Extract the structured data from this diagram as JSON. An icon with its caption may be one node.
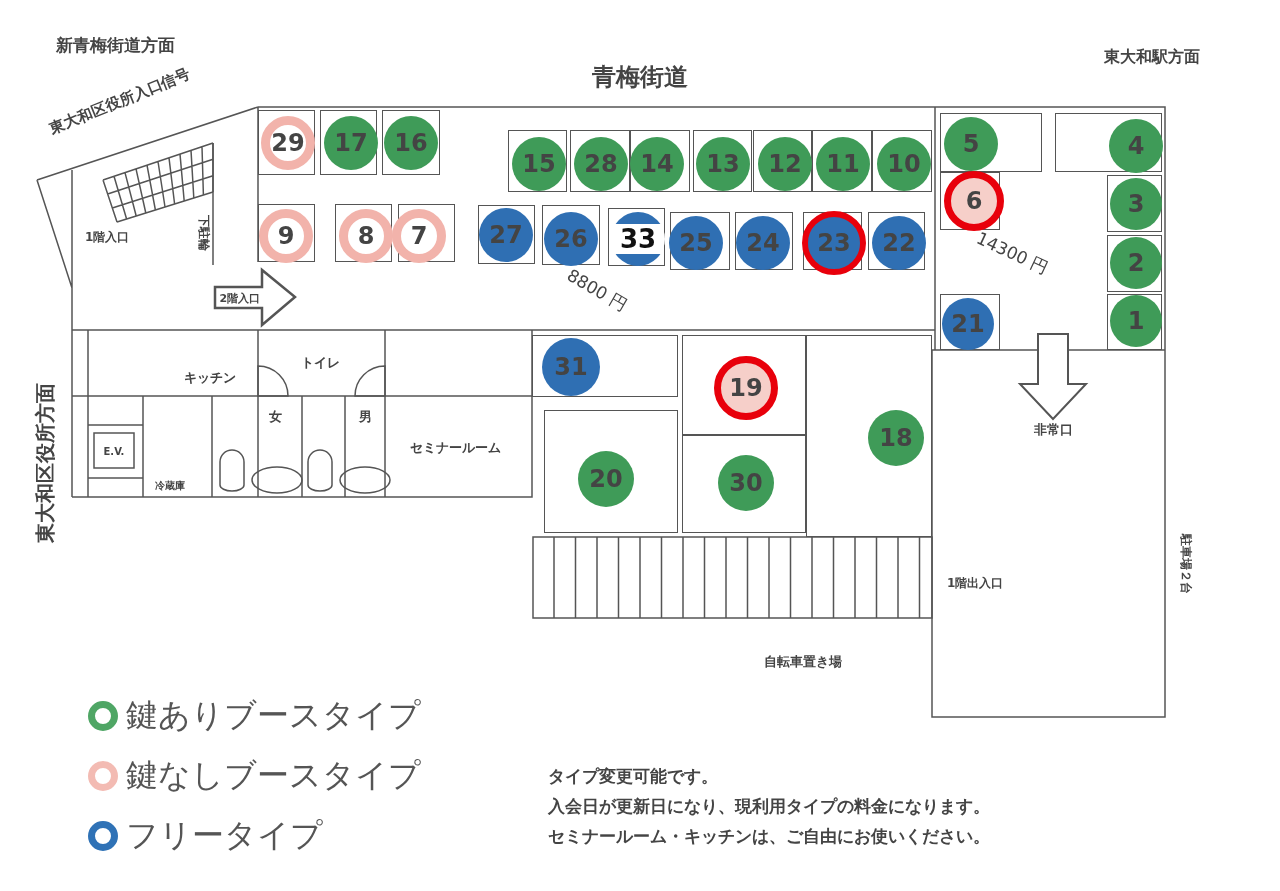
{
  "diagram": {
    "nodes": [
      {
        "text": [
          "29"
        ]
      },
      {
        "text": [
          "17"
        ]
      },
      {
        "text": [
          "16"
        ]
      },
      {
        "text": [
          "15"
        ]
      },
      {
        "text": [
          "28"
        ]
      },
      {
        "text": [
          "14"
        ]
      },
      {
        "text": [
          "13"
        ]
      },
      {
        "text": [
          "12"
        ]
      },
      {
        "text": [
          "11"
        ]
      },
      {
        "text": [
          "10"
        ]
      },
      {
        "text": [
          "5"
        ]
      },
      {
        "text": [
          "4"
        ]
      },
      {
        "text": [
          "6"
        ]
      },
      {
        "text": [
          "3"
        ]
      },
      {
        "text": [
          "9"
        ]
      },
      {
        "text": [
          "8"
        ]
      },
      {
        "text": [
          "7"
        ]
      },
      {
        "text": [
          "27"
        ]
      },
      {
        "text": [
          "26"
        ]
      },
      {
        "text": [
          "33"
        ]
      },
      {
        "text": [
          "25"
        ]
      },
      {
        "text": [
          "24"
        ]
      },
      {
        "text": [
          "23"
        ]
      },
      {
        "text": [
          "22"
        ]
      },
      {
        "text": [
          "2"
        ]
      },
      {
        "text": [
          "21"
        ]
      },
      {
        "text": [
          "1"
        ]
      },
      {
        "text": [
          "31"
        ]
      },
      {
        "text": [
          "19"
        ]
      },
      {
        "text": [
          "18"
        ]
      },
      {
        "text": [
          "20"
        ]
      },
      {
        "text": [
          "30"
        ]
      },
      {
        "text": [
          "非常口"
        ]
      }
    ],
    "edges": [
      {
        "from": null,
        "to": 32,
        "arrow": "to"
      }
    ],
    "labels": [
      "新青梅街道方面",
      "青梅街道",
      "東大和駅方面",
      "東大和区役所入口信号",
      "1階入口",
      "下駐輪",
      "2階入口",
      "8800 円",
      "14300 円",
      "東大和区役所方面",
      "キッチン",
      "トイレ",
      "女",
      "男",
      "E.V.",
      "冷蔵庫",
      "セミナールーム",
      "1階出入口",
      "駐車場２台",
      "自転車置き場",
      "タイプ変更可能です。",
      "入会日が更新日になり、現利用タイプの料金になります。",
      "セミナールーム・キッチンは、ご自由にお使いください。"
    ],
    "legend": [
      {
        "text": "鍵ありブースタイプ",
        "color": "#4fa665"
      },
      {
        "text": "鍵なしブースタイプ",
        "color": "#f3bbb3"
      },
      {
        "text": "フリータイプ",
        "color": "#2f72b6"
      }
    ]
  }
}
